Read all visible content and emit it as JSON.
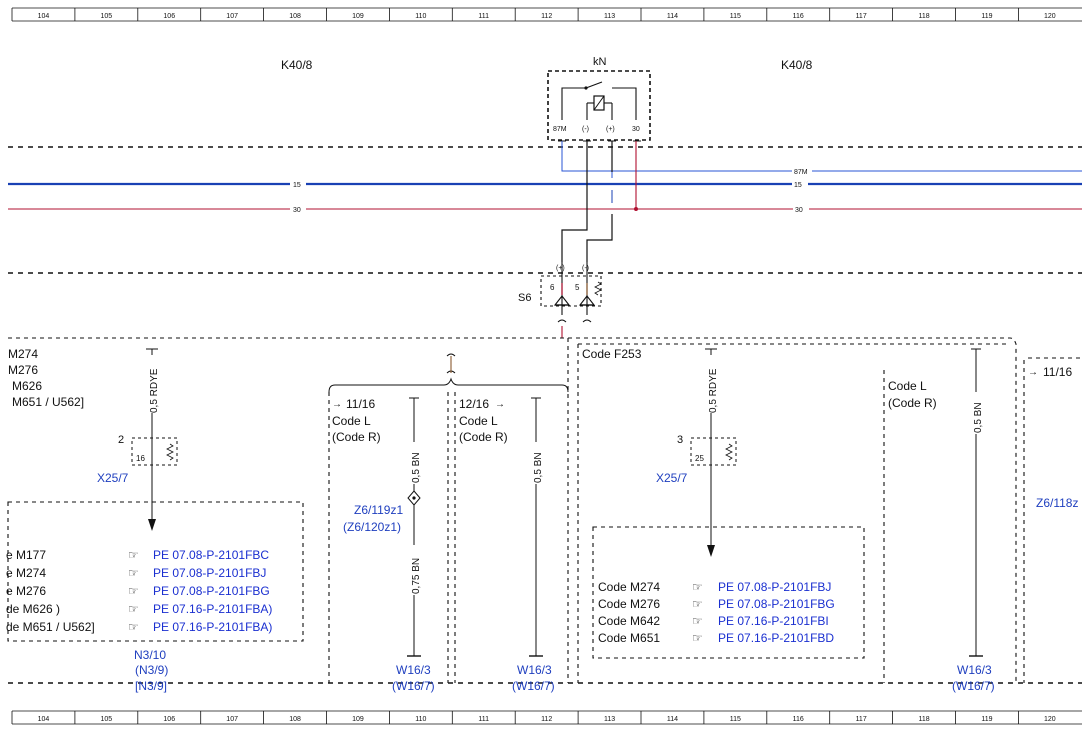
{
  "ruler": {
    "cells": [
      "104",
      "105",
      "106",
      "107",
      "108",
      "109",
      "110",
      "111",
      "112",
      "113",
      "114",
      "115",
      "116",
      "117",
      "118",
      "119",
      "120"
    ]
  },
  "relay": {
    "label": "kN",
    "left_ref": "K40/8",
    "right_ref": "K40/8",
    "pins": {
      "p87m": "87M",
      "pminus": "(-)",
      "pplus": "(+)",
      "p30": "30"
    }
  },
  "wires": {
    "w87m": "87M",
    "w15a": "15",
    "w15b": "15",
    "w30a": "30",
    "w30b": "30"
  },
  "switch_s6": {
    "name": "S6",
    "pin_left": "6",
    "pin_right": "5",
    "pol_plus": "(+)",
    "pol_minus": "(-)"
  },
  "left_block": {
    "code_lines": [
      "M274",
      "M276",
      "M626",
      "M651 / U562]"
    ],
    "wire": "0,5 RDYE",
    "connector": "X25/7",
    "conn_num": "2",
    "pin": "16",
    "refs": [
      {
        "code": "e M177",
        "icon": "pointing-hand-icon",
        "link": "PE 07.08-P-2101FBC"
      },
      {
        "code": "e M274",
        "icon": "pointing-hand-icon",
        "link": "PE 07.08-P-2101FBJ"
      },
      {
        "code": "e M276",
        "icon": "pointing-hand-icon",
        "link": "PE 07.08-P-2101FBG"
      },
      {
        "code": "de M626 )",
        "icon": "pointing-hand-icon",
        "link": "PE 07.16-P-2101FBA)"
      },
      {
        "code": "de M651 / U562]",
        "icon": "pointing-hand-icon",
        "link": "PE 07.16-P-2101FBA)"
      }
    ],
    "n3": [
      "N3/10",
      "(N3/9)",
      "[N3/9]"
    ]
  },
  "mid_a": {
    "arrow_label": "11/16",
    "code": "Code L",
    "code_r": "(Code R)",
    "wire_top": "0,5 BN",
    "splice": "Z6/119z1",
    "splice_alt": "(Z6/120z1)",
    "wire_bot": "0,75 BN",
    "ground": "W16/3",
    "ground_alt": "(W16/7)"
  },
  "mid_b": {
    "arrow_label": "12/16",
    "code": "Code L",
    "code_r": "(Code R)",
    "wire": "0,5 BN",
    "ground": "W16/3",
    "ground_alt": "(W16/7)"
  },
  "right_block": {
    "code": "Code F253",
    "wire": "0,5 RDYE",
    "connector": "X25/7",
    "conn_num": "3",
    "pin": "25",
    "refs": [
      {
        "code": "Code M274",
        "icon": "pointing-hand-icon",
        "link": "PE 07.08-P-2101FBJ"
      },
      {
        "code": "Code M276",
        "icon": "pointing-hand-icon",
        "link": "PE 07.08-P-2101FBG"
      },
      {
        "code": "Code M642",
        "icon": "pointing-hand-icon",
        "link": "PE 07.16-P-2101FBI"
      },
      {
        "code": "Code M651",
        "icon": "pointing-hand-icon",
        "link": "PE 07.16-P-2101FBD"
      }
    ]
  },
  "far_right": {
    "code": "Code L",
    "code_r": "(Code R)",
    "wire": "0,5 BN",
    "ground": "W16/3",
    "ground_alt": "(W16/7)",
    "arrow_label": "11/16",
    "splice": "Z6/118z"
  }
}
